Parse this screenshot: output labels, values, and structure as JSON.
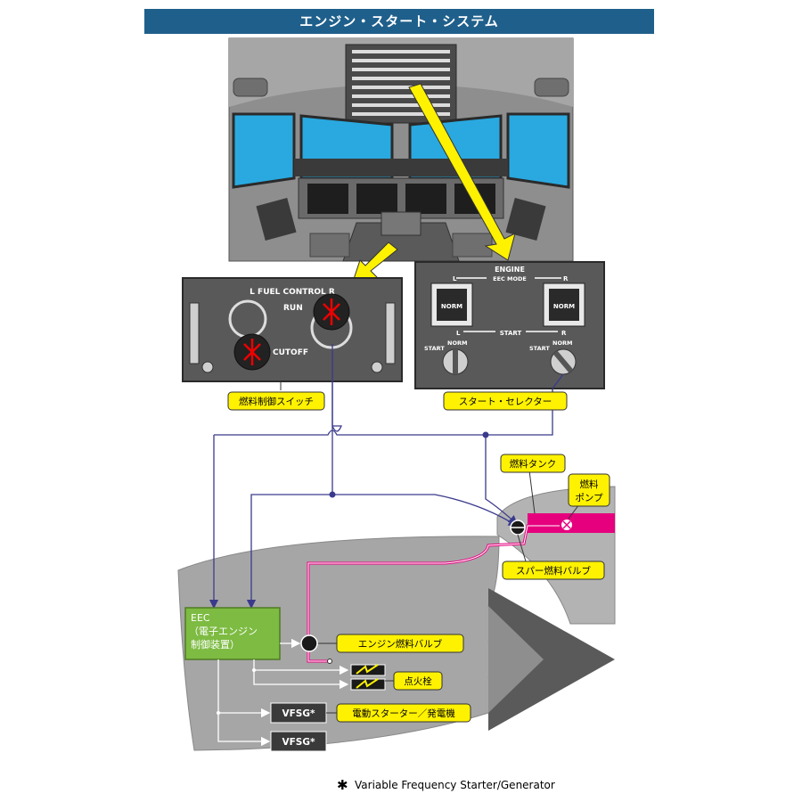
{
  "title": "エンジン・スタート・システム",
  "colors": {
    "title_bg": "#1f5f8b",
    "callout_fill": "#fff200",
    "line_blue": "#3a3a8c",
    "fuel_line": "#e6007e",
    "eec_fill": "#7dbb42",
    "window_blue": "#29a9e0"
  },
  "fuel_control_panel": {
    "title": "L   FUEL CONTROL   R",
    "run": "RUN",
    "cutoff": "CUTOFF",
    "callout": "燃料制御スイッチ"
  },
  "engine_panel": {
    "title": "ENGINE",
    "eec_mode": "EEC MODE",
    "left": "L",
    "right": "R",
    "norm_button": "NORM",
    "start_label": "START",
    "start": "START",
    "norm": "NORM",
    "callout": "スタート・セレクター"
  },
  "labels": {
    "fuel_tank": "燃料タンク",
    "fuel_pump_line1": "燃料",
    "fuel_pump_line2": "ポンプ",
    "spar_valve": "スパー燃料バルブ",
    "eec_line1": "EEC",
    "eec_line2": "（電子エンジン",
    "eec_line3": "制御装置）",
    "engine_fuel_valve": "エンジン燃料バルブ",
    "igniter": "点火栓",
    "vfsg": "VFSG*",
    "starter_generator": "電動スターター／発電機"
  },
  "footnote": {
    "mark": "✱",
    "text": "Variable Frequency Starter/Generator"
  }
}
